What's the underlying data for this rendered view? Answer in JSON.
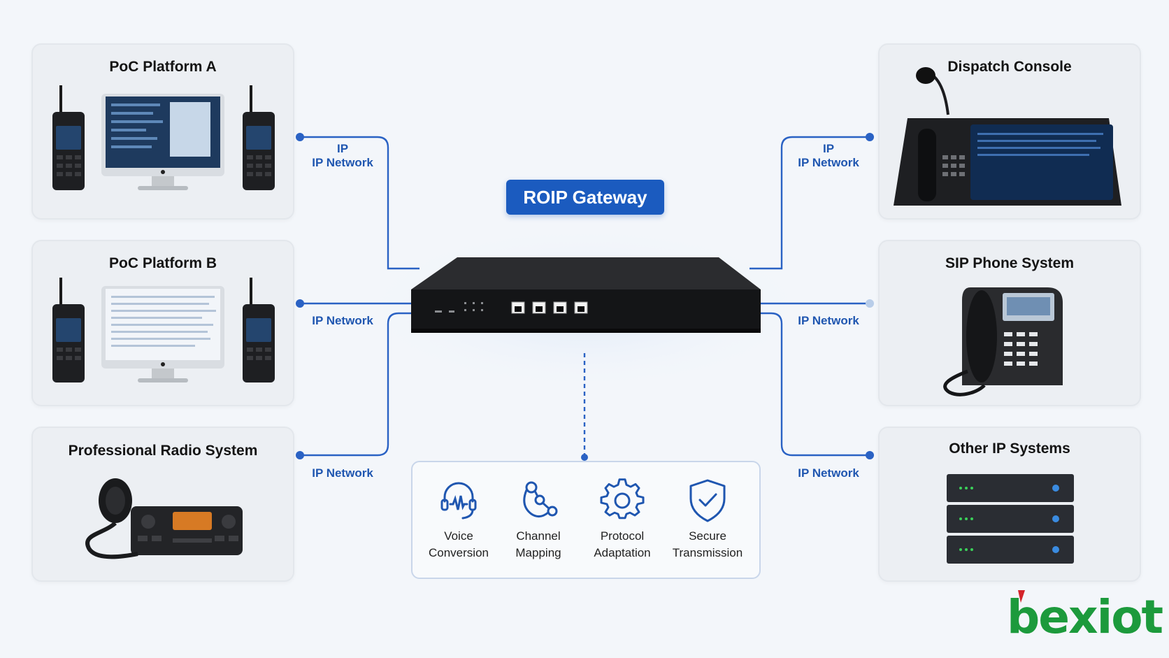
{
  "diagram": {
    "gateway_title": "ROIP Gateway",
    "left_panels": [
      {
        "title": "PoC Platform A"
      },
      {
        "title": "PoC Platform B"
      },
      {
        "title": "Professional Radio System"
      }
    ],
    "right_panels": [
      {
        "title": "Dispatch Console"
      },
      {
        "title": "SIP Phone System"
      },
      {
        "title": "Other IP Systems"
      }
    ],
    "network_labels": {
      "left_top_line1": "IP",
      "left_top_line2": "IP Network",
      "left_mid": "IP Network",
      "left_bottom": "IP Network",
      "right_top_line1": "IP",
      "right_top_line2": "IP Network",
      "right_mid": "IP Network",
      "right_bottom": "IP Network"
    },
    "features": [
      {
        "line1": "Voice",
        "line2": "Conversion",
        "icon": "headset-voice-icon"
      },
      {
        "line1": "Channel",
        "line2": "Mapping",
        "icon": "channel-mapping-icon"
      },
      {
        "line1": "Protocol",
        "line2": "Adaptation",
        "icon": "gear-icon"
      },
      {
        "line1": "Secure",
        "line2": "Transmission",
        "icon": "shield-check-icon"
      }
    ],
    "logo": "bexiot",
    "colors": {
      "accent": "#1b5bbf",
      "line": "#2a62c4",
      "logo": "#1c9a3c",
      "logo_accent": "#d3242a"
    }
  }
}
